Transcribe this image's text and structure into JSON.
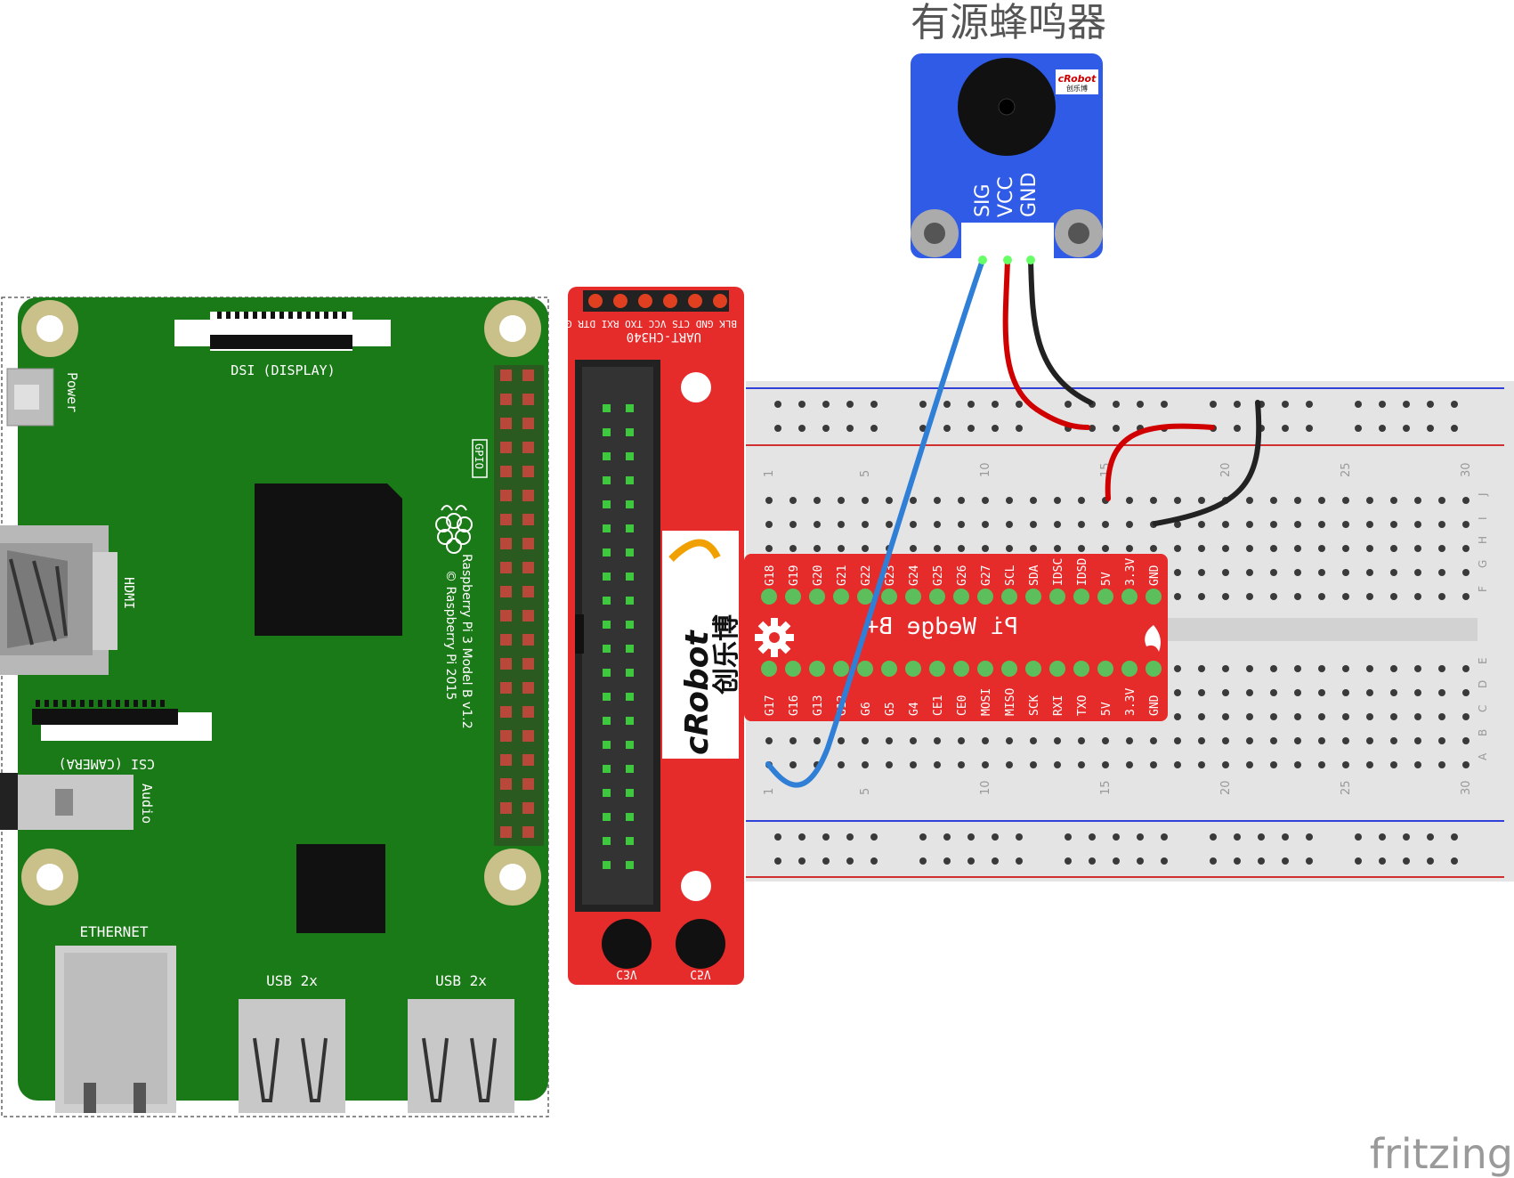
{
  "buzzer": {
    "title": "有源蜂鸣器",
    "pins": [
      "SIG",
      "VCC",
      "GND"
    ],
    "logo_text": "cRobot",
    "logo_sub": "创乐博"
  },
  "rpi": {
    "dsi_label": "DSI (DISPLAY)",
    "power_label": "Power",
    "gpio_label": "GPIO",
    "hdmi_label": "HDMI",
    "csi_label": "CSI (CAMERA)",
    "audio_label": "Audio",
    "ethernet_label": "ETHERNET",
    "usb1_label": "USB 2x",
    "usb2_label": "USB 2x",
    "model_line1": "Raspberry Pi 3 Model B v1.2",
    "model_line2": "© Raspberry Pi 2015",
    "logo_icon": "raspberry-icon"
  },
  "adapter": {
    "uart_label": "UART-CH340",
    "uart_pins": "BLK GND CTS VCC TXO RXI DTR GRN",
    "brand": "cRobot",
    "brand_cn": "创乐博",
    "c3v": "C3V",
    "c5v": "C5V"
  },
  "wedge": {
    "title": "Pi Wedge B+",
    "top_pins": [
      "G18",
      "G19",
      "G20",
      "G21",
      "G22",
      "G23",
      "G24",
      "G25",
      "G26",
      "G27",
      "SCL",
      "SDA",
      "IDSC",
      "IDSD",
      "5V",
      "3.3V",
      "GND"
    ],
    "bottom_pins": [
      "G17",
      "G16",
      "G13",
      "G12",
      "G6",
      "G5",
      "G4",
      "CE1",
      "CE0",
      "MOSI",
      "MISO",
      "SCK",
      "RXI",
      "TXO",
      "5V",
      "3.3V",
      "GND"
    ]
  },
  "breadboard": {
    "col_numbers": [
      "1",
      "5",
      "10",
      "15",
      "20",
      "25",
      "30"
    ],
    "row_letters_top": [
      "J",
      "I",
      "H",
      "G",
      "F"
    ],
    "row_letters_bottom": [
      "E",
      "D",
      "C",
      "B",
      "A"
    ]
  },
  "wires": {
    "signal_color": "#2f7fd6",
    "power_color": "#d10000",
    "ground_color": "#222222"
  },
  "watermark": "fritzing"
}
